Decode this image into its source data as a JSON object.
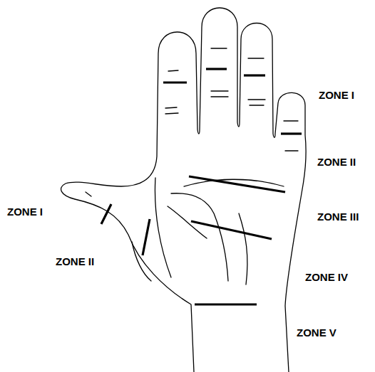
{
  "diagram": {
    "labels": [
      "ZONE I",
      "ZONE II",
      "ZONE III",
      "ZONE IV",
      "ZONE V",
      "ZONE I",
      "ZONE II"
    ]
  }
}
